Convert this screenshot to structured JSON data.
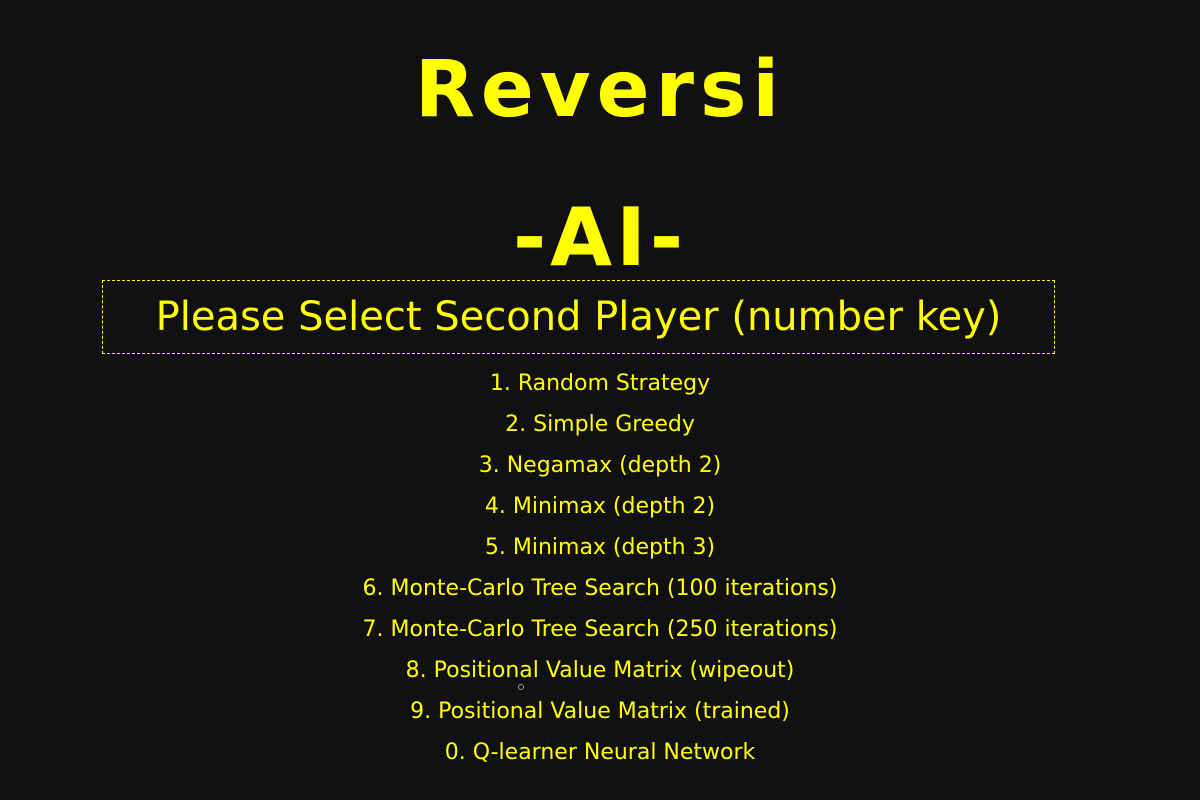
{
  "colors": {
    "background": "#111111",
    "accent": "#ffff00"
  },
  "title": {
    "main": "Reversi",
    "sub": "-AI-"
  },
  "prompt": "Please Select Second Player (number key)",
  "options": [
    {
      "key": "1",
      "label": "Random Strategy"
    },
    {
      "key": "2",
      "label": "Simple Greedy"
    },
    {
      "key": "3",
      "label": "Negamax (depth 2)"
    },
    {
      "key": "4",
      "label": "Minimax (depth 2)"
    },
    {
      "key": "5",
      "label": "Minimax (depth 3)"
    },
    {
      "key": "6",
      "label": "Monte-Carlo Tree Search (100 iterations)"
    },
    {
      "key": "7",
      "label": "Monte-Carlo Tree Search (250 iterations)"
    },
    {
      "key": "8",
      "label": "Positional Value Matrix (wipeout)"
    },
    {
      "key": "9",
      "label": "Positional Value Matrix (trained)"
    },
    {
      "key": "0",
      "label": "Q-learner Neural Network"
    }
  ]
}
